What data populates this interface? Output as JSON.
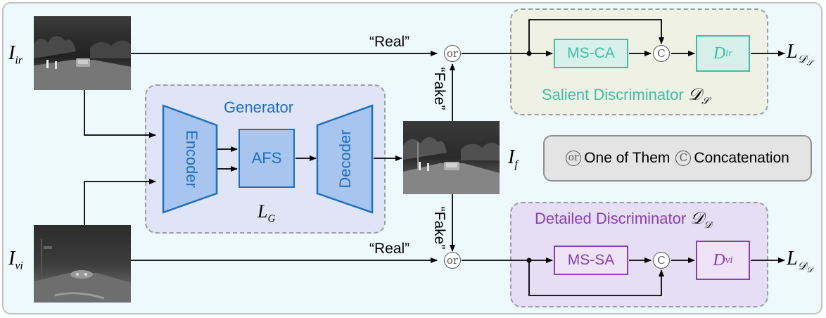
{
  "labels": {
    "real": "“Real”",
    "fake": "“Fake”",
    "or_symbol": "or",
    "concat_symbol": "C"
  },
  "inputs": {
    "ir": {
      "base": "I",
      "sub": "ir"
    },
    "vi": {
      "base": "I",
      "sub": "vi"
    },
    "fused": {
      "base": "I",
      "sub": "f"
    }
  },
  "generator": {
    "title": "Generator",
    "encoder": "Encoder",
    "afs": "AFS",
    "decoder": "Decoder",
    "loss": {
      "base": "L",
      "sub": "G"
    }
  },
  "salient": {
    "title": "Salient Discriminator",
    "title_symbol": {
      "base": "𝒟",
      "sub": "𝒮"
    },
    "block": "MS-CA",
    "disc": {
      "base": "D",
      "sub": "ir"
    },
    "loss": {
      "base": "L",
      "sub": "𝒟",
      "subsub": "𝒮"
    }
  },
  "detailed": {
    "title": "Detailed Discriminator",
    "title_symbol": {
      "base": "𝒟",
      "sub": "𝒟"
    },
    "block": "MS-SA",
    "disc": {
      "base": "D",
      "sub": "vi"
    },
    "loss": {
      "base": "L",
      "sub": "𝒟",
      "subsub": "𝒟"
    }
  },
  "legend": {
    "or_symbol": "or",
    "or_label": "One of Them",
    "concat_symbol": "C",
    "concat_label": "Concatenation"
  },
  "colors": {
    "generator": "#1e6fbf",
    "salient": "#3fbfa8",
    "detailed": "#8a3fb0",
    "background": "#eef9fb"
  }
}
